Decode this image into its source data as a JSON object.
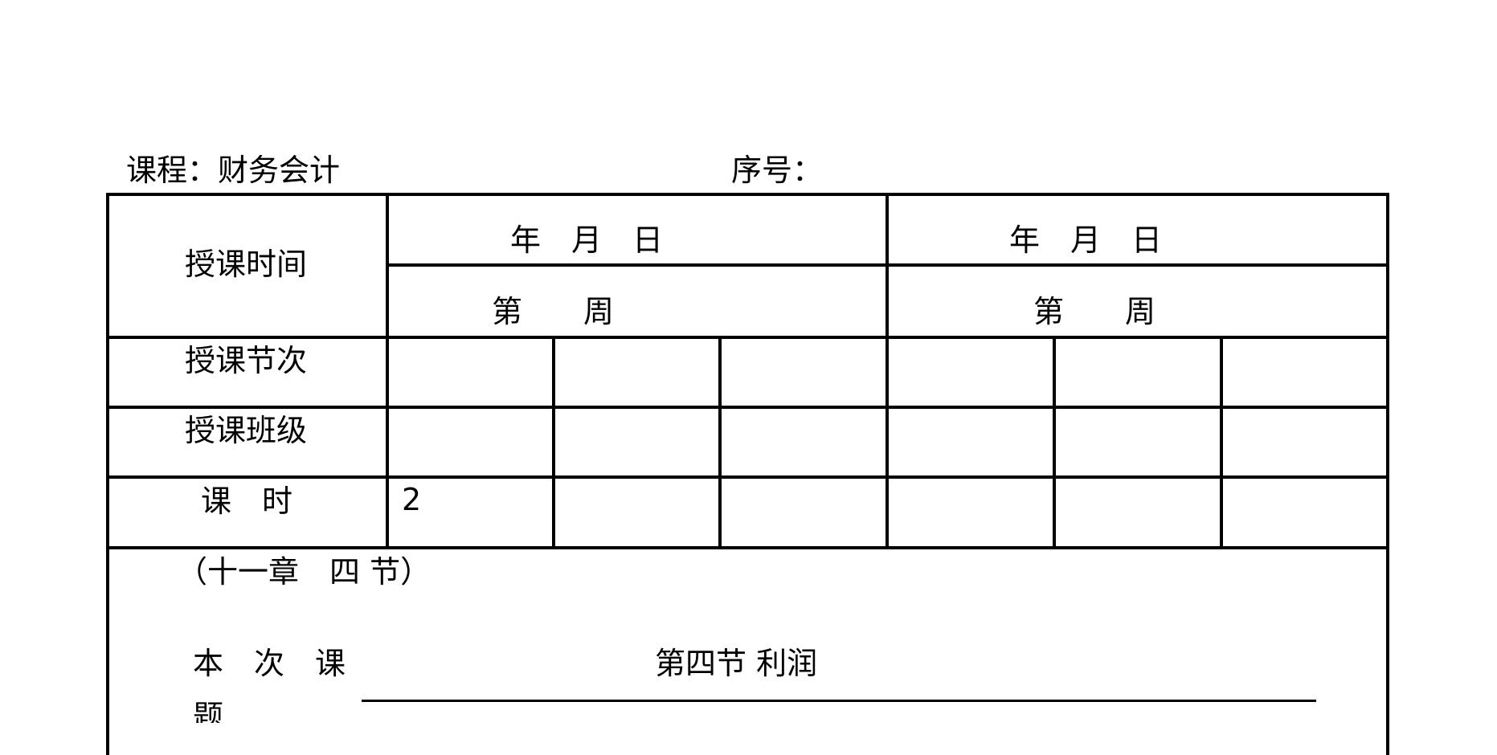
{
  "header": {
    "course": "课程：财务会计",
    "sequence": "序号："
  },
  "table": {
    "row_labels": {
      "time": "授课时间",
      "period": "授课节次",
      "class": "授课班级",
      "hours": "课　时"
    },
    "date_left": "年　月　日",
    "date_right": "年　月　日",
    "week_left": "第　　周",
    "week_right": "第　　周",
    "hours_first": "2"
  },
  "content": {
    "chapter": "（十一章　四 节）",
    "lesson_label": "本　次　课",
    "lesson_label_cut": "题",
    "lesson_title": "第四节 利润"
  }
}
